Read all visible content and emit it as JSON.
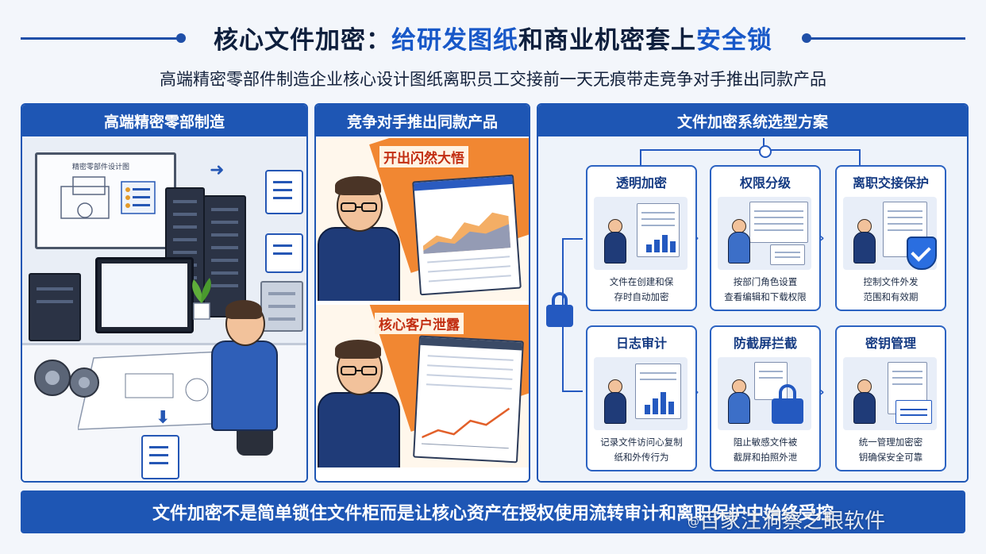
{
  "header": {
    "title_main": "核心文件加密：",
    "title_highlight": "给研发图纸",
    "title_mid": "和商业机密套上",
    "title_highlight_2": "安全锁",
    "subtitle": "高端精密零部件制造企业核心设计图纸离职员工交接前一天无痕带走竞争对手推出同款产品"
  },
  "panel_manufacturing": {
    "title": "高端精密零部制造",
    "whiteboard_text": "精密零部件设计图"
  },
  "panel_competitor": {
    "title": "竞争对手推出同款产品",
    "scene_top_caption": "开出闪然大悟",
    "scene_bottom_caption": "核心客户泄露"
  },
  "panel_solution": {
    "title": "文件加密系统选型方案",
    "cards": [
      {
        "title": "透明加密",
        "desc_line1": "文件在创建和保",
        "desc_line2": "存时自动加密"
      },
      {
        "title": "权限分级",
        "desc_line1": "按部门角色设置",
        "desc_line2": "查看编辑和下载权限"
      },
      {
        "title": "离职交接保护",
        "desc_line1": "控制文件外发",
        "desc_line2": "范围和有效期"
      },
      {
        "title": "日志审计",
        "desc_line1": "记录文件访问心复制",
        "desc_line2": "纸和外传行为"
      },
      {
        "title": "防截屏拦截",
        "desc_line1": "阻止敏感文件被",
        "desc_line2": "截屏和拍照外泄"
      },
      {
        "title": "密钥管理",
        "desc_line1": "统一管理加密密",
        "desc_line2": "钥确保安全可靠"
      }
    ]
  },
  "footer": {
    "text": "文件加密不是简单锁住文件柜而是让核心资产在授权使用流转审计和离职保护中始终受控"
  },
  "watermark": {
    "prefix": "@",
    "text": "百家注洞察之眼软件"
  },
  "colors": {
    "brand_blue": "#1e56b4",
    "highlight_blue": "#1858c8",
    "accent_orange": "#ef7a1e",
    "alert_red": "#c22e12"
  },
  "icons": [
    "lock-icon",
    "shield-check-icon",
    "document-icon",
    "bar-chart-icon",
    "checklist-icon",
    "server-rack-icon"
  ]
}
